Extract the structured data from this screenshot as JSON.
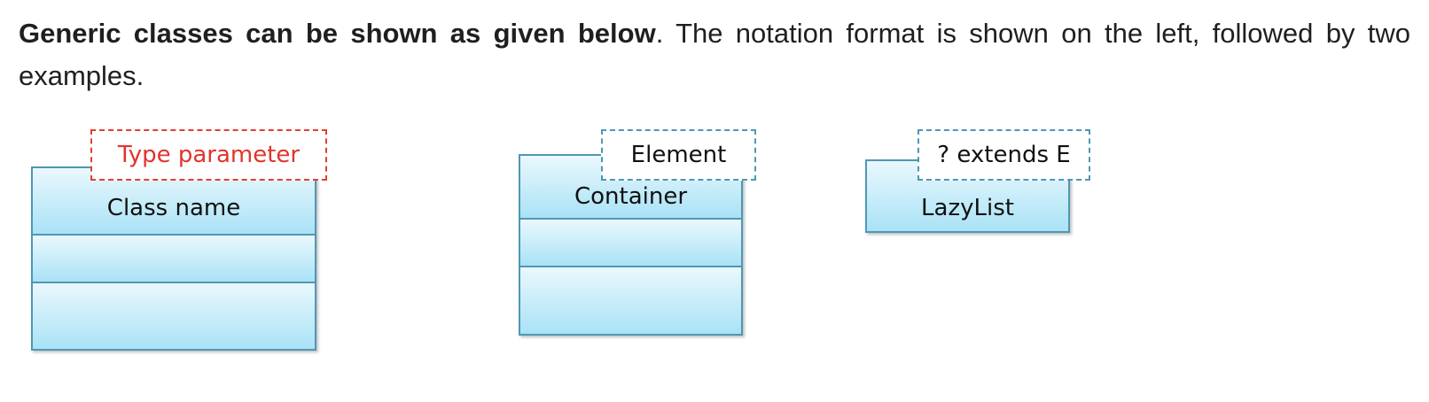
{
  "intro": {
    "bold": "Generic classes can be shown as given below",
    "rest": ". The notation format is shown on the left, followed by two examples."
  },
  "diagrams": [
    {
      "class_name": "Class name",
      "type_parameter": "Type parameter"
    },
    {
      "class_name": "Container",
      "type_parameter": "Element"
    },
    {
      "class_name": "LazyList",
      "type_parameter": "? extends E"
    }
  ],
  "colors": {
    "class_border": "#4f97b4",
    "class_fill_top": "#eaf8fd",
    "class_fill_bottom": "#a9e2f6",
    "template_red": "#e2342c",
    "template_blue_border": "#4f97b4"
  }
}
